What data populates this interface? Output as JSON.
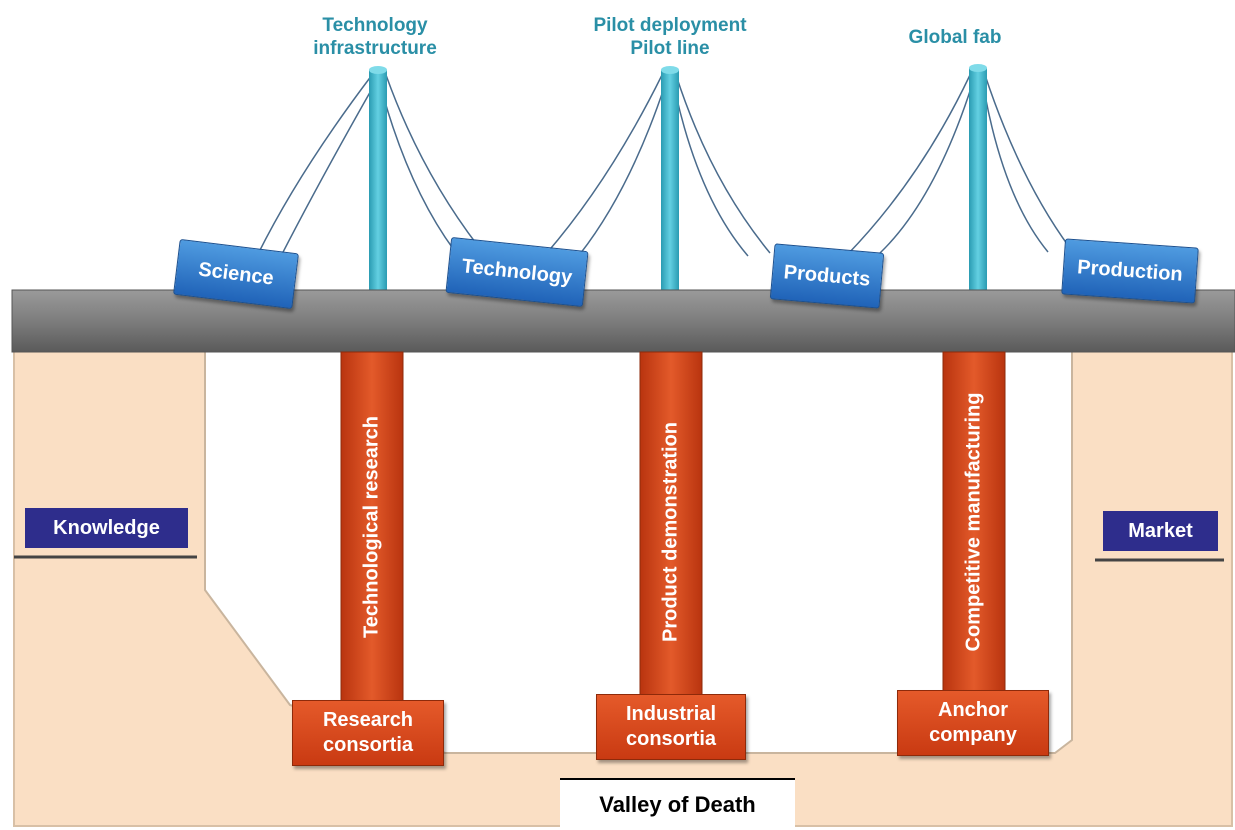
{
  "pylons": [
    {
      "label_line1": "Technology",
      "label_line2": "infrastructure"
    },
    {
      "label_line1": "Pilot deployment",
      "label_line2": "Pilot line"
    },
    {
      "label_line1": "Global fab",
      "label_line2": ""
    }
  ],
  "stages": [
    "Science",
    "Technology",
    "Products",
    "Production"
  ],
  "pillars": [
    {
      "text": "Technological research",
      "base_line1": "Research",
      "base_line2": "consortia"
    },
    {
      "text": "Product demonstration",
      "base_line1": "Industrial",
      "base_line2": "consortia"
    },
    {
      "text": "Competitive manufacturing",
      "base_line1": "Anchor",
      "base_line2": "company"
    }
  ],
  "sides": {
    "left": "Knowledge",
    "right": "Market"
  },
  "valley": "Valley of Death",
  "colors": {
    "deck": "#808080",
    "ground": "#fadfc4",
    "pylon": "#3ab3c9",
    "cable": "#4a6b8c",
    "pillar": "#d84a1e",
    "stage": "#2f7fd0",
    "side_label": "#2e2d8c",
    "pylon_text": "#2a8fa6"
  }
}
